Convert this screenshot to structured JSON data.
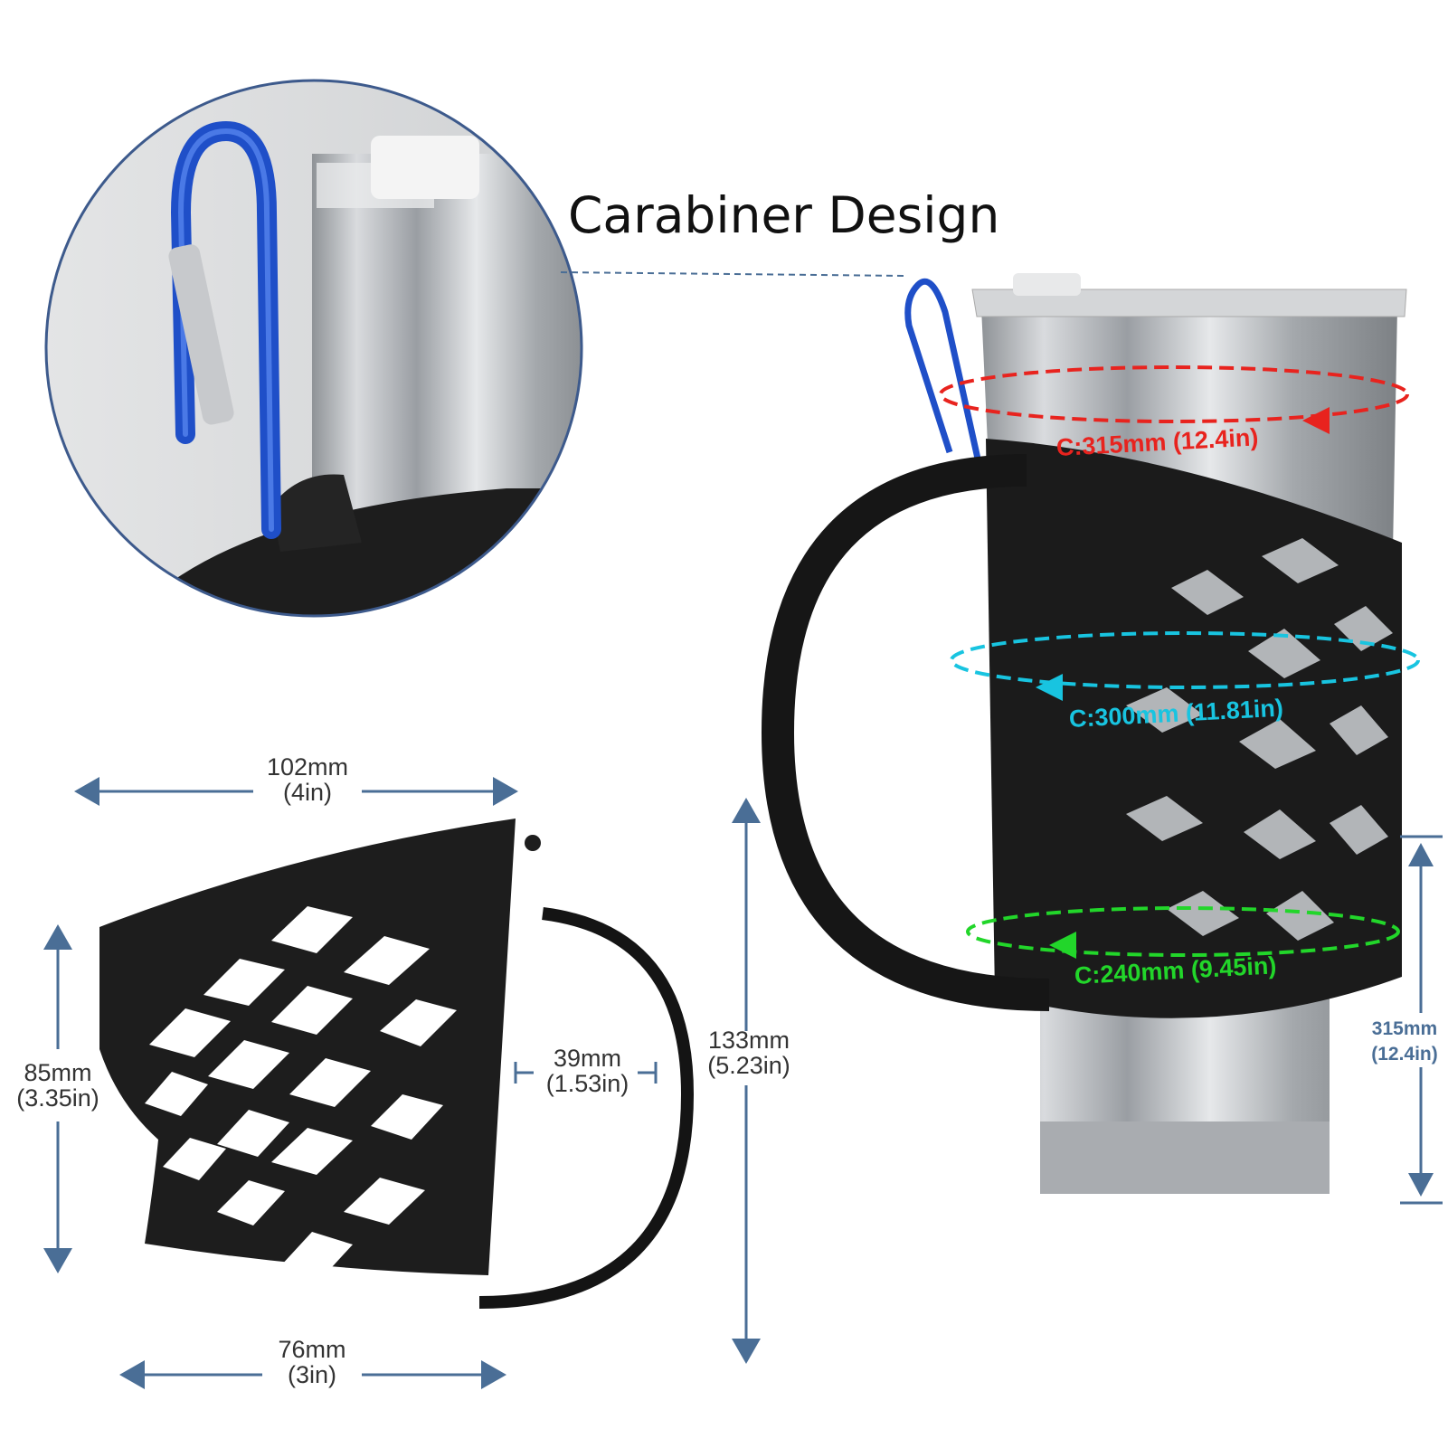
{
  "title": "Carabiner Design",
  "colors": {
    "arrow": "#4a6e96",
    "sleeve": "#1b1b1b",
    "steel": "#b9bcc0",
    "carabiner": "#1f4fc8",
    "top_circ": "#e8231e",
    "mid_circ": "#18c4e0",
    "bottom_circ": "#22d62a"
  },
  "dims": {
    "width_top": {
      "mm": "102mm",
      "in": "(4in)"
    },
    "width_bottom": {
      "mm": "76mm",
      "in": "(3in)"
    },
    "height": {
      "mm": "85mm",
      "in": "(3.35in)"
    },
    "handle": {
      "mm": "39mm",
      "in": "(1.53in)"
    },
    "total_height": {
      "mm": "133mm",
      "in": "(5.23in)"
    },
    "cup_height": {
      "mm": "315mm",
      "in": "(12.4in)"
    }
  },
  "circumferences": {
    "top": "C:315mm (12.4in)",
    "middle": "C:300mm (11.81in)",
    "bottom": "C:240mm (9.45in)"
  }
}
